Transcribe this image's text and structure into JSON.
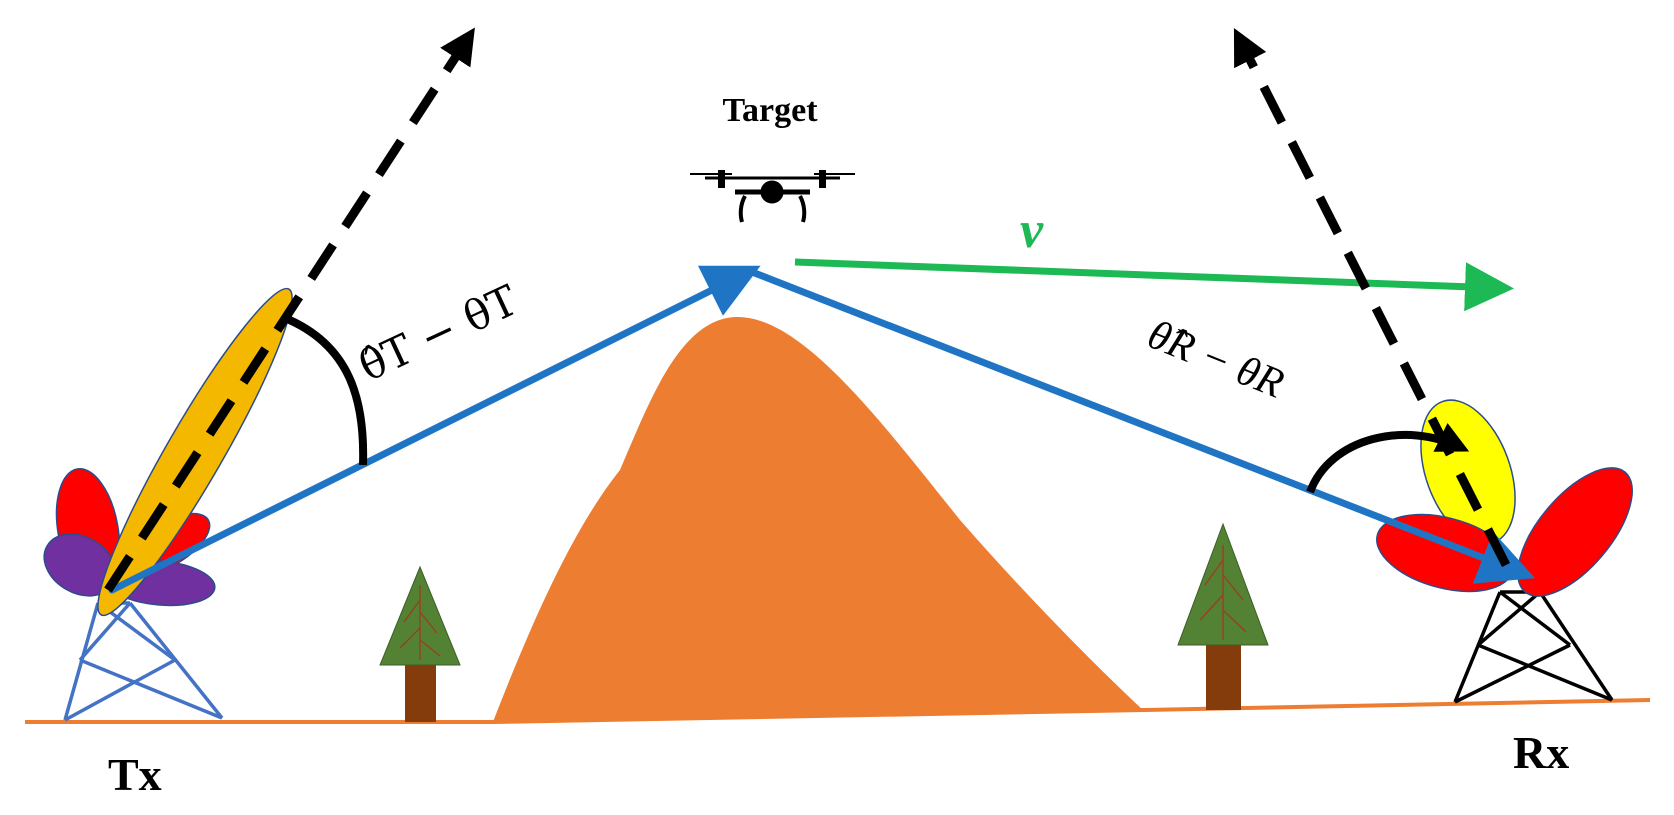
{
  "labels": {
    "target": "Target",
    "tx": "Tx",
    "rx": "Rx",
    "velocity": "v",
    "tx_angle": "θ̂T − θT",
    "rx_angle": "θ̂R − θR"
  },
  "colors": {
    "ground": "#ED7D31",
    "mountain": "#ED7D31",
    "path": "#1F75C4",
    "velocity": "#1DB954",
    "tx_mainlobe": "#F5B800",
    "rx_mainlobe": "#FFFF00",
    "sidelobe_red": "#FF0000",
    "sidelobe_purple": "#7030A0",
    "tx_tower": "#4472C4",
    "rx_tower": "#000000",
    "tree_crown": "#548235",
    "tree_trunk": "#843C0C",
    "arrow_black": "#000000"
  },
  "icons": {
    "target": "drone-icon",
    "tx_tower": "transmitter-tower-icon",
    "rx_tower": "receiver-tower-icon",
    "tree": "tree-icon"
  }
}
